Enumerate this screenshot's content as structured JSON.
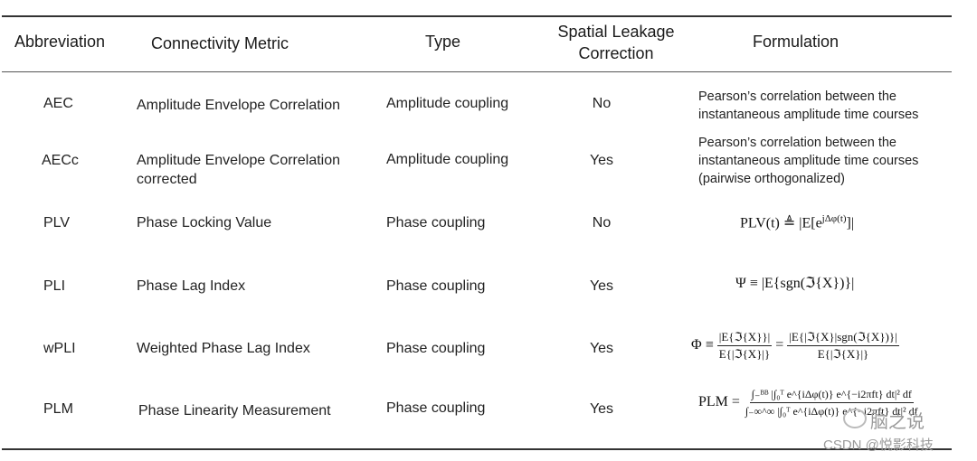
{
  "headers": {
    "abbreviation": "Abbreviation",
    "metric": "Connectivity Metric",
    "type": "Type",
    "leakage_line1": "Spatial Leakage",
    "leakage_line2": "Correction",
    "formulation": "Formulation"
  },
  "rows": [
    {
      "abbr": "AEC",
      "metric": [
        "Amplitude Envelope Correlation"
      ],
      "type": "Amplitude coupling",
      "correction": "No",
      "formulation": [
        "Pearson’s correlation between the",
        "instantaneous amplitude time courses"
      ]
    },
    {
      "abbr": "AECc",
      "metric": [
        "Amplitude Envelope Correlation",
        "corrected"
      ],
      "type": "Amplitude coupling",
      "correction": "Yes",
      "formulation": [
        "Pearson’s correlation between the",
        "instantaneous amplitude time courses",
        "(pairwise orthogonalized)"
      ]
    },
    {
      "abbr": "PLV",
      "metric": [
        "Phase Locking Value"
      ],
      "type": "Phase coupling",
      "correction": "No",
      "formulation": [
        "PLV(t) ≜ |E[e^{jΔφ(t)}]|"
      ]
    },
    {
      "abbr": "PLI",
      "metric": [
        "Phase Lag Index"
      ],
      "type": "Phase coupling",
      "correction": "Yes",
      "formulation": [
        "Ψ ≡ |E{sgn(ℑ{X})}|"
      ]
    },
    {
      "abbr": "wPLI",
      "metric": [
        "Weighted Phase Lag Index"
      ],
      "type": "Phase coupling",
      "correction": "Yes",
      "formulation": [
        "Φ ≡ |E{ℑ{X}}| / E{|ℑ{X}|} = |E{|ℑ{X}|sgn(ℑ{X})}| / E{|ℑ{X}|}"
      ]
    },
    {
      "abbr": "PLM",
      "metric": [
        "Phase Linearity Measurement"
      ],
      "type": "Phase coupling",
      "correction": "Yes",
      "formulation": [
        "PLM = ∫_{−B}^{B} |∫_0^T e^{iΔφ(t)} e^{−i2πft} dt|² df / ∫_{−∞}^{∞} |∫_0^T e^{iΔφ(t)} e^{−i2πft} dt|² df"
      ]
    }
  ],
  "math": {
    "plv_lhs": "PLV(t) ≜ |E[e",
    "plv_sup": "jΔφ(t)",
    "plv_rhs": "]|",
    "pli": "Ψ ≡ |E{sgn(ℑ{X})}|",
    "wpli_lhs": "Φ ≡",
    "wpli_num1": "|E{ℑ{X}}|",
    "wpli_den1": "E{|ℑ{X}|}",
    "wpli_eq": "=",
    "wpli_num2": "|E{|ℑ{X}|sgn(ℑ{X})}|",
    "wpli_den2": "E{|ℑ{X}|}",
    "plm_lhs": "PLM =",
    "plm_num": "∫₋ᴮᴮ |∫₀ᵀ e^{iΔφ(t)} e^{−i2πft} dt|² df",
    "plm_den": "∫₋∞^∞ |∫₀ᵀ e^{iΔφ(t)} e^{−i2πft} dt|² df"
  },
  "watermark": {
    "wechat": "脑之说",
    "csdn": "CSDN @悦影科技"
  }
}
